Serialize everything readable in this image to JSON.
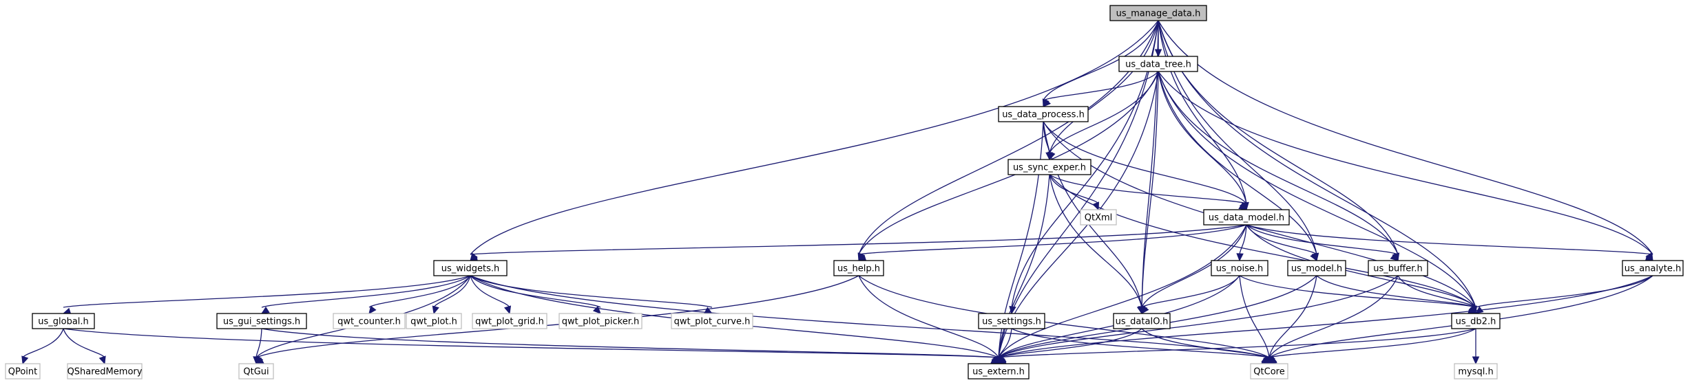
{
  "graph": {
    "nodes": [
      {
        "id": "us_manage_data",
        "label": "us_manage_data.h",
        "kind": "root"
      },
      {
        "id": "us_data_tree",
        "label": "us_data_tree.h",
        "kind": "internal"
      },
      {
        "id": "us_data_process",
        "label": "us_data_process.h",
        "kind": "internal"
      },
      {
        "id": "us_sync_exper",
        "label": "us_sync_exper.h",
        "kind": "internal"
      },
      {
        "id": "QtXml",
        "label": "QtXml",
        "kind": "external"
      },
      {
        "id": "us_data_model",
        "label": "us_data_model.h",
        "kind": "internal"
      },
      {
        "id": "us_widgets",
        "label": "us_widgets.h",
        "kind": "internal"
      },
      {
        "id": "us_help",
        "label": "us_help.h",
        "kind": "internal"
      },
      {
        "id": "us_noise",
        "label": "us_noise.h",
        "kind": "internal"
      },
      {
        "id": "us_model",
        "label": "us_model.h",
        "kind": "internal"
      },
      {
        "id": "us_buffer",
        "label": "us_buffer.h",
        "kind": "internal"
      },
      {
        "id": "us_analyte",
        "label": "us_analyte.h",
        "kind": "internal"
      },
      {
        "id": "us_global",
        "label": "us_global.h",
        "kind": "internal"
      },
      {
        "id": "us_gui_settings",
        "label": "us_gui_settings.h",
        "kind": "internal"
      },
      {
        "id": "qwt_counter",
        "label": "qwt_counter.h",
        "kind": "external"
      },
      {
        "id": "qwt_plot",
        "label": "qwt_plot.h",
        "kind": "external"
      },
      {
        "id": "qwt_plot_grid",
        "label": "qwt_plot_grid.h",
        "kind": "external"
      },
      {
        "id": "qwt_plot_picker",
        "label": "qwt_plot_picker.h",
        "kind": "external"
      },
      {
        "id": "qwt_plot_curve",
        "label": "qwt_plot_curve.h",
        "kind": "external"
      },
      {
        "id": "us_settings",
        "label": "us_settings.h",
        "kind": "internal"
      },
      {
        "id": "us_dataIO",
        "label": "us_dataIO.h",
        "kind": "internal"
      },
      {
        "id": "us_db2",
        "label": "us_db2.h",
        "kind": "internal"
      },
      {
        "id": "QPoint",
        "label": "QPoint",
        "kind": "external"
      },
      {
        "id": "QSharedMemory",
        "label": "QSharedMemory",
        "kind": "external"
      },
      {
        "id": "QtGui",
        "label": "QtGui",
        "kind": "external"
      },
      {
        "id": "us_extern",
        "label": "us_extern.h",
        "kind": "internal"
      },
      {
        "id": "QtCore",
        "label": "QtCore",
        "kind": "external"
      },
      {
        "id": "mysql",
        "label": "mysql.h",
        "kind": "external"
      }
    ],
    "edges": [
      [
        "us_manage_data",
        "us_data_tree"
      ],
      [
        "us_manage_data",
        "us_data_process"
      ],
      [
        "us_manage_data",
        "us_sync_exper"
      ],
      [
        "us_manage_data",
        "us_data_model"
      ],
      [
        "us_manage_data",
        "us_widgets"
      ],
      [
        "us_manage_data",
        "us_help"
      ],
      [
        "us_manage_data",
        "us_settings"
      ],
      [
        "us_manage_data",
        "us_dataIO"
      ],
      [
        "us_manage_data",
        "us_model"
      ],
      [
        "us_manage_data",
        "us_buffer"
      ],
      [
        "us_manage_data",
        "us_analyte"
      ],
      [
        "us_manage_data",
        "us_db2"
      ],
      [
        "us_manage_data",
        "us_extern"
      ],
      [
        "us_data_tree",
        "us_data_process"
      ],
      [
        "us_data_tree",
        "us_sync_exper"
      ],
      [
        "us_data_tree",
        "us_data_model"
      ],
      [
        "us_data_tree",
        "us_help"
      ],
      [
        "us_data_tree",
        "us_dataIO"
      ],
      [
        "us_data_tree",
        "us_model"
      ],
      [
        "us_data_tree",
        "us_buffer"
      ],
      [
        "us_data_tree",
        "us_analyte"
      ],
      [
        "us_data_tree",
        "us_db2"
      ],
      [
        "us_data_tree",
        "us_extern"
      ],
      [
        "us_data_process",
        "us_sync_exper"
      ],
      [
        "us_data_process",
        "us_data_model"
      ],
      [
        "us_data_process",
        "us_dataIO"
      ],
      [
        "us_data_process",
        "us_db2"
      ],
      [
        "us_data_process",
        "us_extern"
      ],
      [
        "us_sync_exper",
        "QtXml"
      ],
      [
        "us_sync_exper",
        "us_data_model"
      ],
      [
        "us_sync_exper",
        "us_dataIO"
      ],
      [
        "us_sync_exper",
        "us_db2"
      ],
      [
        "us_sync_exper",
        "us_extern"
      ],
      [
        "us_data_model",
        "us_widgets"
      ],
      [
        "us_data_model",
        "us_help"
      ],
      [
        "us_data_model",
        "us_noise"
      ],
      [
        "us_data_model",
        "us_model"
      ],
      [
        "us_data_model",
        "us_buffer"
      ],
      [
        "us_data_model",
        "us_analyte"
      ],
      [
        "us_data_model",
        "us_dataIO"
      ],
      [
        "us_data_model",
        "us_db2"
      ],
      [
        "us_data_model",
        "us_extern"
      ],
      [
        "us_widgets",
        "us_global"
      ],
      [
        "us_widgets",
        "us_gui_settings"
      ],
      [
        "us_widgets",
        "qwt_counter"
      ],
      [
        "us_widgets",
        "qwt_plot"
      ],
      [
        "us_widgets",
        "qwt_plot_grid"
      ],
      [
        "us_widgets",
        "qwt_plot_picker"
      ],
      [
        "us_widgets",
        "qwt_plot_curve"
      ],
      [
        "us_widgets",
        "QtGui"
      ],
      [
        "us_widgets",
        "us_extern"
      ],
      [
        "us_widgets",
        "QtCore"
      ],
      [
        "us_help",
        "QtGui"
      ],
      [
        "us_help",
        "us_extern"
      ],
      [
        "us_help",
        "QtCore"
      ],
      [
        "us_noise",
        "us_dataIO"
      ],
      [
        "us_noise",
        "us_db2"
      ],
      [
        "us_noise",
        "us_extern"
      ],
      [
        "us_noise",
        "QtCore"
      ],
      [
        "us_model",
        "us_db2"
      ],
      [
        "us_model",
        "us_extern"
      ],
      [
        "us_model",
        "QtCore"
      ],
      [
        "us_buffer",
        "us_db2"
      ],
      [
        "us_buffer",
        "us_extern"
      ],
      [
        "us_buffer",
        "QtCore"
      ],
      [
        "us_analyte",
        "us_db2"
      ],
      [
        "us_analyte",
        "us_extern"
      ],
      [
        "us_analyte",
        "QtCore"
      ],
      [
        "us_global",
        "QPoint"
      ],
      [
        "us_global",
        "QSharedMemory"
      ],
      [
        "us_global",
        "us_extern"
      ],
      [
        "us_gui_settings",
        "QtGui"
      ],
      [
        "us_gui_settings",
        "us_extern"
      ],
      [
        "us_settings",
        "us_extern"
      ],
      [
        "us_settings",
        "QtCore"
      ],
      [
        "us_dataIO",
        "us_extern"
      ],
      [
        "us_dataIO",
        "QtCore"
      ],
      [
        "us_db2",
        "us_extern"
      ],
      [
        "us_db2",
        "QtCore"
      ],
      [
        "us_db2",
        "mysql"
      ]
    ],
    "colors": {
      "edge": "#191970",
      "root_fill": "#bfbfbf",
      "internal_border": "#000000",
      "external_border": "#bfbfbf"
    }
  }
}
